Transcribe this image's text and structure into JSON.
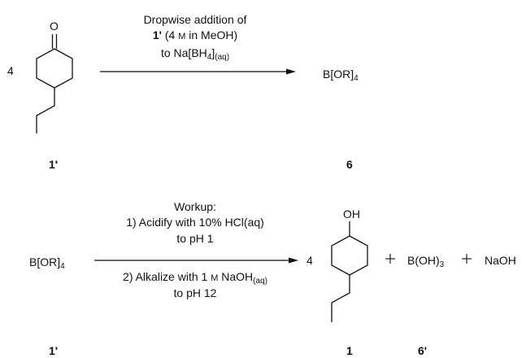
{
  "reaction1": {
    "coefficient": "4",
    "carbonyl_atom": "O",
    "reactant_label": "1'",
    "conditions": {
      "line1": "Dropwise addition of",
      "line2_label": "1'",
      "line2_rest": " (4 ",
      "line2_unit": "M",
      "line2_end": " in MeOH)",
      "line3_main": "to Na[BH",
      "line3_sub": "4",
      "line3_close": "]",
      "line3_phase": "(aq)"
    },
    "product_main": "B[OR]",
    "product_sub": "4",
    "product_label": "6"
  },
  "reaction2": {
    "reactant_main": "B[OR]",
    "reactant_sub": "4",
    "reactant_label": "1'",
    "conditions": {
      "title": "Workup:",
      "step1": "1) Acidify with 10% HCl(aq)",
      "step1b": "to pH 1",
      "step2_main": "2) Alkalize with 1 ",
      "step2_unit": "M",
      "step2_reagent": " NaOH",
      "step2_phase": "(aq)",
      "step2b": "to pH 12"
    },
    "coefficient": "4",
    "alcohol_group": "OH",
    "product_label": "1",
    "boric_main": "B(OH)",
    "boric_sub": "3",
    "boric_label": "6'",
    "naoh": "NaOH"
  }
}
